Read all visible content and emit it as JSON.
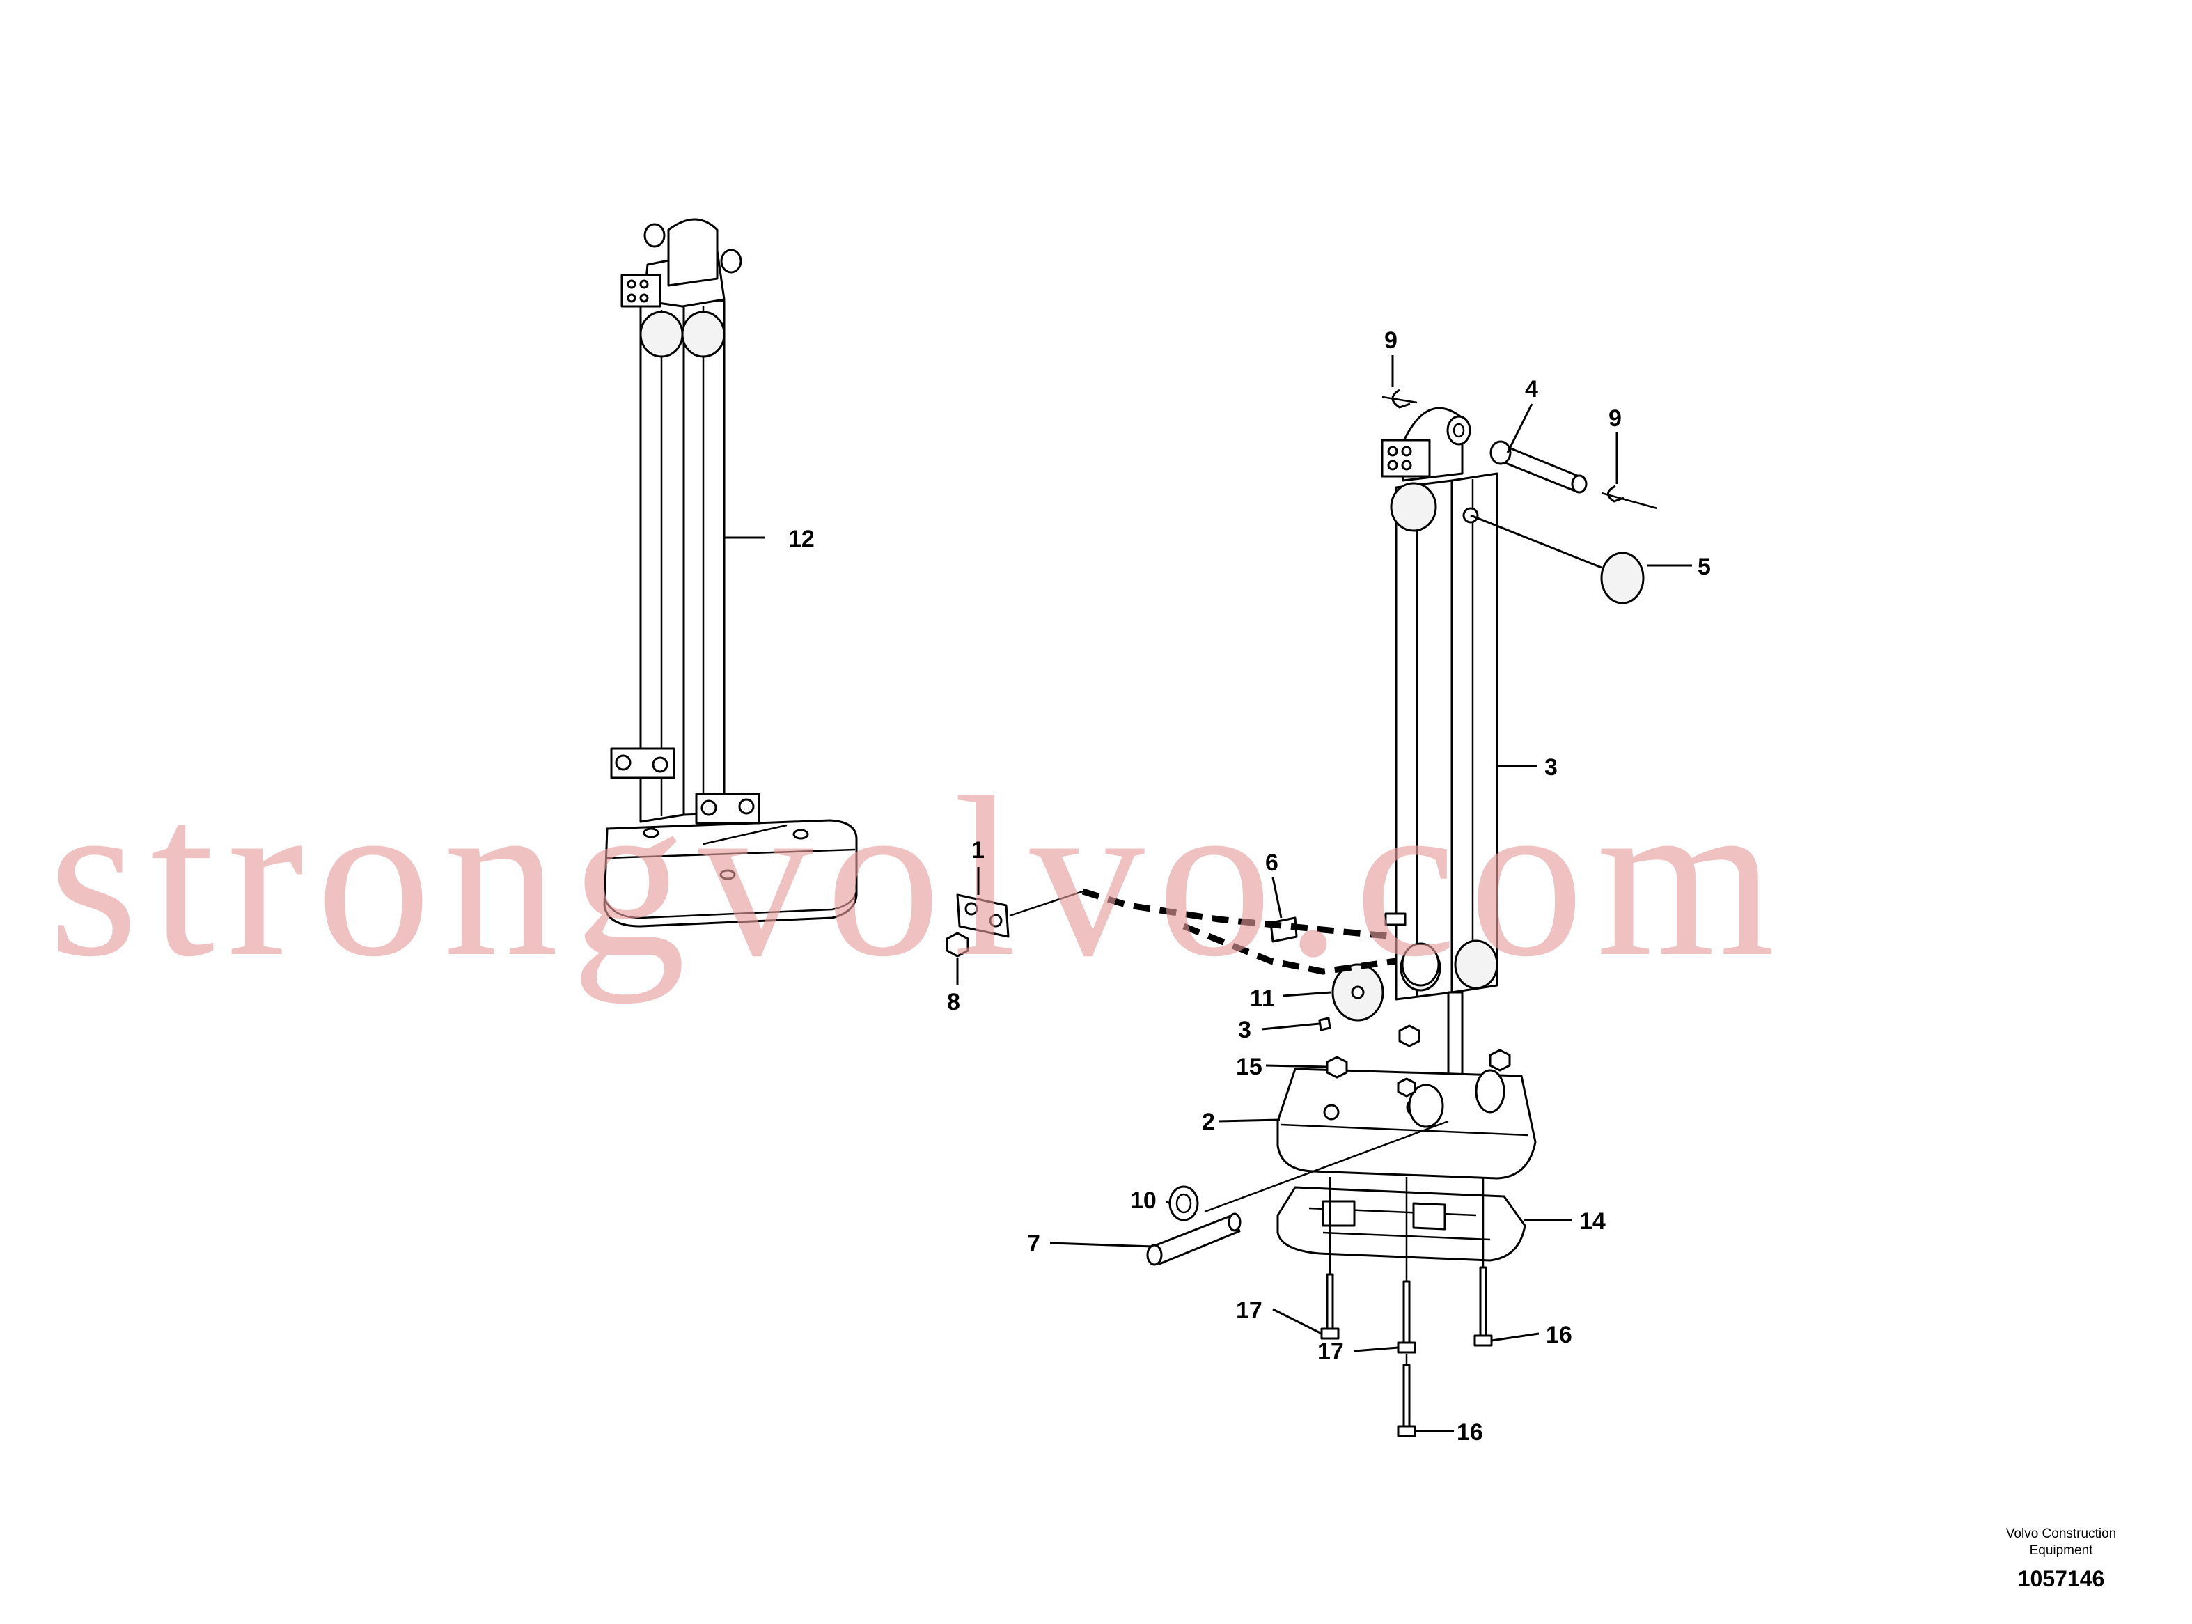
{
  "watermark": "strongvolvo.com",
  "footer": {
    "company_line1": "Volvo Construction",
    "company_line2": "Equipment",
    "drawing_number": "1057146"
  },
  "callouts": {
    "c1": "1",
    "c2": "2",
    "c3a": "3",
    "c3b": "3",
    "c4": "4",
    "c5": "5",
    "c6": "6",
    "c7": "7",
    "c8": "8",
    "c9a": "9",
    "c9b": "9",
    "c10": "10",
    "c11": "11",
    "c12": "12",
    "c14": "14",
    "c15": "15",
    "c16a": "16",
    "c16b": "16",
    "c17a": "17",
    "c17b": "17"
  },
  "colors": {
    "line": "#000000",
    "watermark": "#e79b9b",
    "background": "#ffffff"
  }
}
